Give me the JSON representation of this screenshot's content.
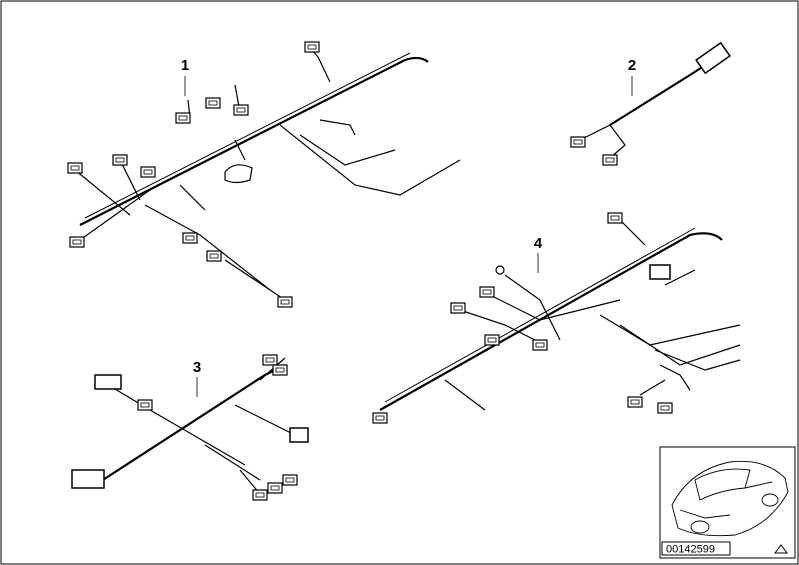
{
  "callouts": [
    "1",
    "2",
    "3",
    "4"
  ],
  "reference_number": "00142599",
  "colors": {
    "line": "#000000",
    "background": "#ffffff"
  },
  "icons": [
    "vehicle-thumbnail-icon",
    "warning-triangle-icon"
  ]
}
